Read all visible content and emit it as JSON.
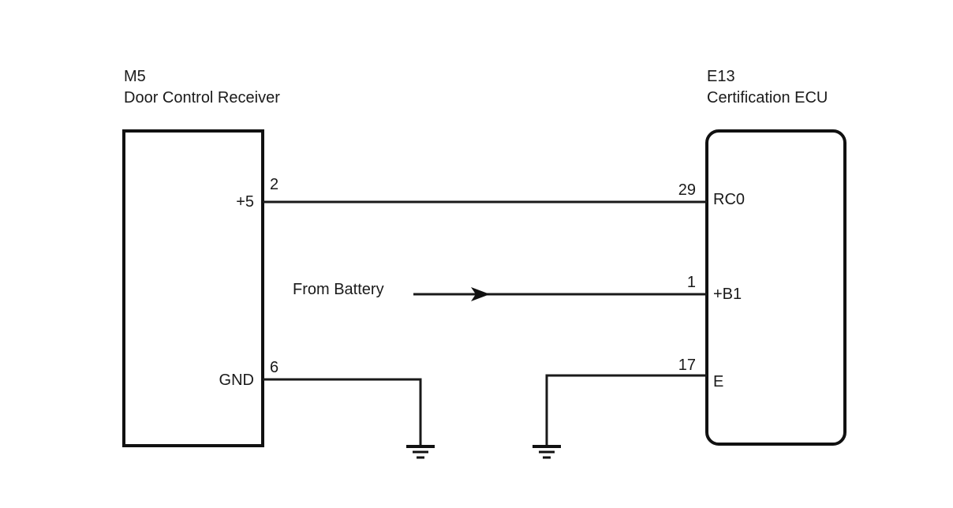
{
  "diagram": {
    "components": [
      {
        "id": "M5",
        "code": "M5",
        "name": "Door Control Receiver",
        "shape": "rectangle",
        "pins": [
          {
            "label": "+5",
            "number": "2"
          },
          {
            "label": "GND",
            "number": "6"
          }
        ]
      },
      {
        "id": "E13",
        "code": "E13",
        "name": "Certification ECU",
        "shape": "rounded-rectangle",
        "pins": [
          {
            "label": "RC0",
            "number": "29"
          },
          {
            "label": "+B1",
            "number": "1"
          },
          {
            "label": "E",
            "number": "17"
          }
        ]
      }
    ],
    "connections": [
      {
        "from": "M5 pin 2 (+5)",
        "to": "E13 pin 29 (RC0)"
      },
      {
        "from": "From Battery",
        "to": "E13 pin 1 (+B1)",
        "direction": "arrow-toward-ecu"
      },
      {
        "from": "M5 pin 6 (GND)",
        "to": "ground"
      },
      {
        "from": "E13 pin 17 (E)",
        "to": "ground"
      }
    ],
    "battery_label": "From Battery",
    "ground_icon": "ground-symbol",
    "line_color": "#1a1a1a",
    "background_color": "#ffffff"
  }
}
